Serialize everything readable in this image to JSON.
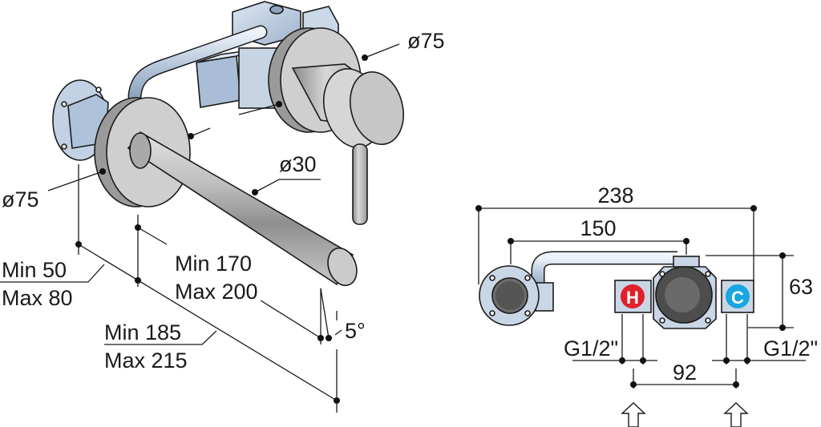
{
  "iso_view": {
    "labels": {
      "rosette_right_diameter": "ø75",
      "rosette_left_diameter": "ø75",
      "spout_diameter": "ø30",
      "depth_min": "Min 50",
      "depth_max": "Max 80",
      "spout_min": "Min 170",
      "spout_max": "Max 200",
      "total_min": "Min 185",
      "total_max": "Max 215",
      "angle": "5°"
    }
  },
  "front_view": {
    "labels": {
      "overall_width": "238",
      "spout_to_valve": "150",
      "height": "63",
      "inlet_left": "G1/2\"",
      "inlet_right": "G1/2\"",
      "inlet_spacing": "92",
      "hot_badge": "H",
      "cold_badge": "C"
    },
    "colors": {
      "hot": "#e0202a",
      "cold": "#1aa6e0",
      "body": "#c9d6e6"
    }
  }
}
